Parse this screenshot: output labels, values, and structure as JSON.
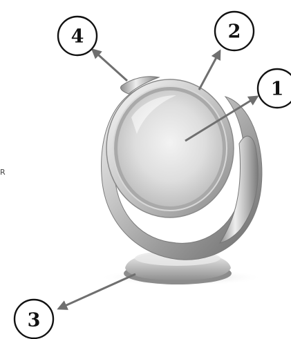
{
  "figure": {
    "description_none": "",
    "callouts": [
      {
        "label": "1"
      },
      {
        "label": "2"
      },
      {
        "label": "3"
      },
      {
        "label": "4"
      }
    ],
    "edge_glyph": "R",
    "colors": {
      "callout_stroke": "#111111",
      "arrow": "#6f6f6f",
      "chrome_light": "#f2f2f2",
      "chrome_mid": "#bdbdbd",
      "chrome_dark": "#6e6e6e",
      "mirror_glass": "#e4e4e4"
    }
  }
}
